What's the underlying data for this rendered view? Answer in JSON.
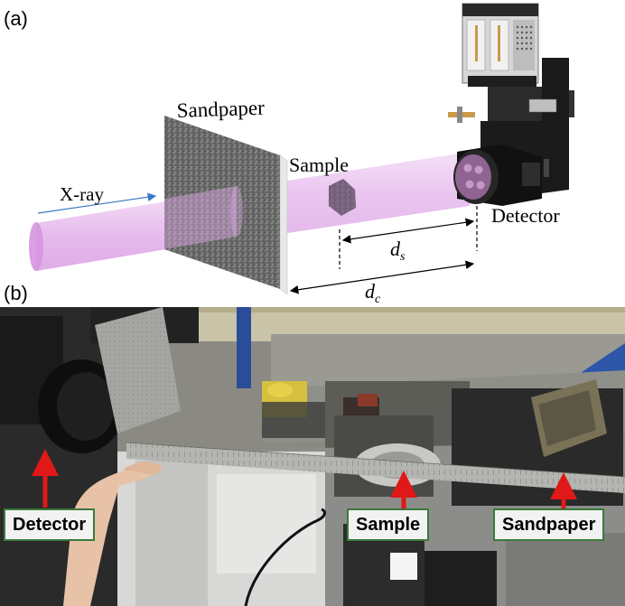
{
  "panel_a": {
    "letter": "(a)",
    "labels": {
      "xray": "X-ray",
      "sandpaper": "Sandpaper",
      "sample": "Sample",
      "detector": "Detector",
      "ds": "d",
      "ds_sub": "s",
      "dc": "d",
      "dc_sub": "c"
    },
    "colors": {
      "beam": "#e6b8ee",
      "beam_arrow": "#3a78c4",
      "sandpaper": "#6f6f6f",
      "sample": "#8a6a8a"
    }
  },
  "panel_b": {
    "letter": "(b)",
    "labels": {
      "detector": "Detector",
      "sample": "Sample",
      "sandpaper": "Sandpaper"
    },
    "colors": {
      "arrow": "#e01818",
      "label_border": "#3a7a3a",
      "label_bg": "#f2f2f2",
      "ruler": "#9a9a9a"
    }
  }
}
